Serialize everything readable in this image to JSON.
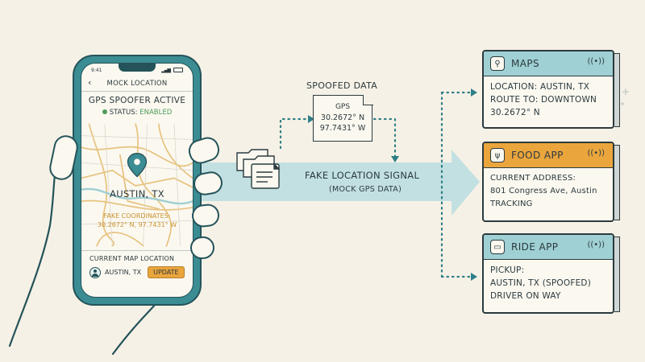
{
  "phone": {
    "status_time": "9:41",
    "nav_title": "MOCK LOCATION",
    "heading": "GPS SPOOFER ACTIVE",
    "status_label": "STATUS:",
    "status_value": "ENABLED",
    "city": "AUSTIN, TX",
    "fake_label": "FAKE COORDINATES:",
    "fake_value": "30.2672° N, 97.7431° W",
    "current_label": "CURRENT MAP LOCATION",
    "current_value": "AUSTIN, TX",
    "update_button": "UPDATE"
  },
  "spoofed": {
    "title": "SPOOFED DATA",
    "doc_heading": "GPS",
    "lat": "30.2672° N",
    "lon": "97.7431° W"
  },
  "signal": {
    "title": "FAKE LOCATION SIGNAL",
    "subtitle": "(MOCK GPS DATA)"
  },
  "apps": {
    "maps": {
      "name": "MAPS",
      "line1": "LOCATION: AUSTIN, TX",
      "line2": "ROUTE TO: DOWNTOWN",
      "line3": "30.2672° N"
    },
    "food": {
      "name": "FOOD APP",
      "line1": "CURRENT ADDRESS:",
      "line2": "801 Congress Ave, Austin",
      "line3": "TRACKING"
    },
    "ride": {
      "name": "RIDE APP",
      "line1": "PICKUP:",
      "line2": "AUSTIN, TX (SPOOFED)",
      "line3": "DRIVER ON WAY"
    }
  },
  "colors": {
    "teal": "#3c8c93",
    "light_teal": "#9fd0d4",
    "orange": "#eaa53d",
    "green": "#4e9c5a",
    "ink": "#2b3a3e",
    "paper": "#f6f1e6"
  },
  "icons": [
    "back-chevron-icon",
    "map-pin-icon",
    "avatar-icon",
    "folder-icon",
    "document-icon",
    "fork-knife-icon",
    "car-icon",
    "signal-waves-icon",
    "sparkle-icon"
  ]
}
